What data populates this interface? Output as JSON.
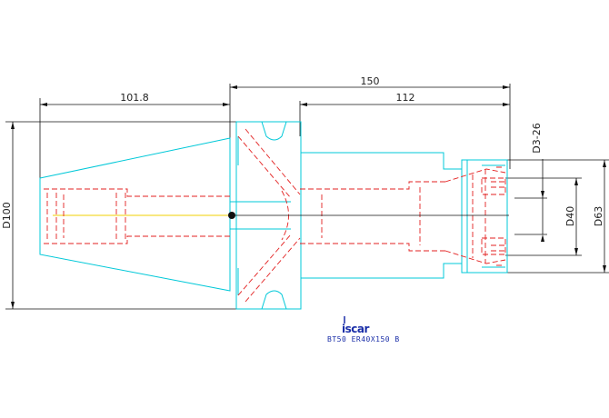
{
  "dimensions": {
    "gauge_length": "101.8",
    "overall_length": "150",
    "extension_length": "112",
    "flange_diameter": "D100",
    "clamping_range": "D3-26",
    "nut_diameter": "D40",
    "body_diameter": "D63"
  },
  "caption": {
    "logo": "iscar",
    "designation": "BT50 ER40X150 B"
  },
  "colors": {
    "outline": "#00c8d8",
    "hidden": "#e32020",
    "dimension": "#111111",
    "caption": "#1a2ea8",
    "axis": "#f0d000"
  }
}
